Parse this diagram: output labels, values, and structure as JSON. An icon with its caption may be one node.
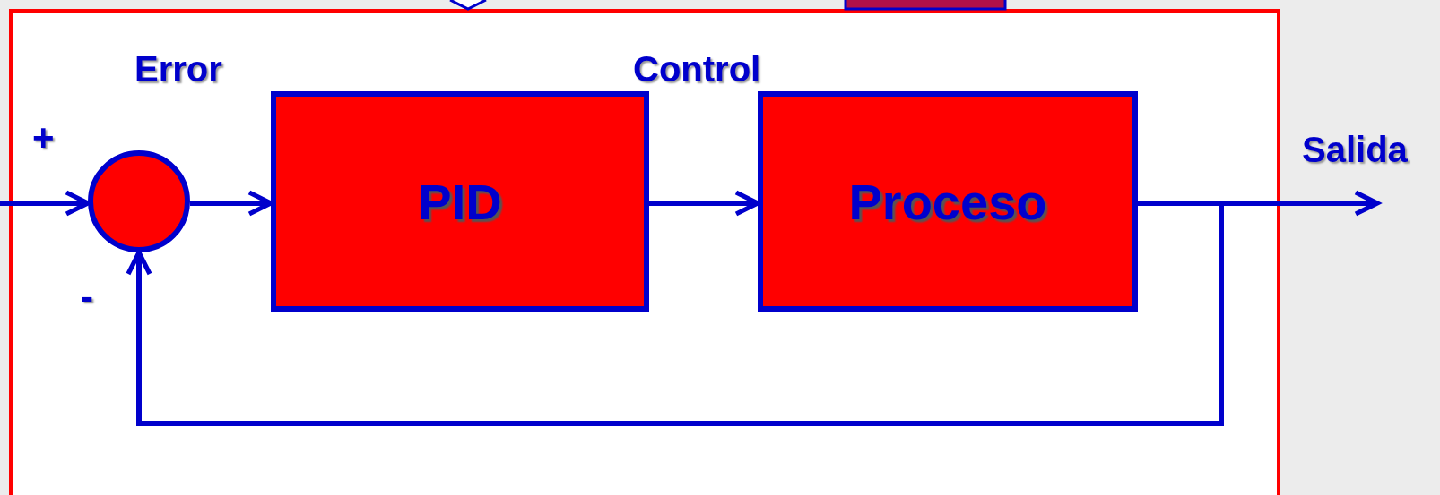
{
  "diagram": {
    "nodes": [
      {
        "text": [],
        "shape": "circle"
      },
      {
        "text": [
          "PID"
        ]
      },
      {
        "text": [
          "Proceso"
        ]
      }
    ],
    "edges": [
      {
        "from": null,
        "to": 0,
        "arrow": "to"
      },
      {
        "from": 0,
        "to": 1,
        "arrow": "to"
      },
      {
        "from": 1,
        "to": 2,
        "arrow": "to"
      },
      {
        "from": 2,
        "to": null,
        "arrow": "to"
      },
      {
        "from": 2,
        "to": 0,
        "arrow": "to"
      }
    ],
    "labels": [
      "Error",
      "Control",
      "+",
      "-",
      "Salida"
    ]
  }
}
